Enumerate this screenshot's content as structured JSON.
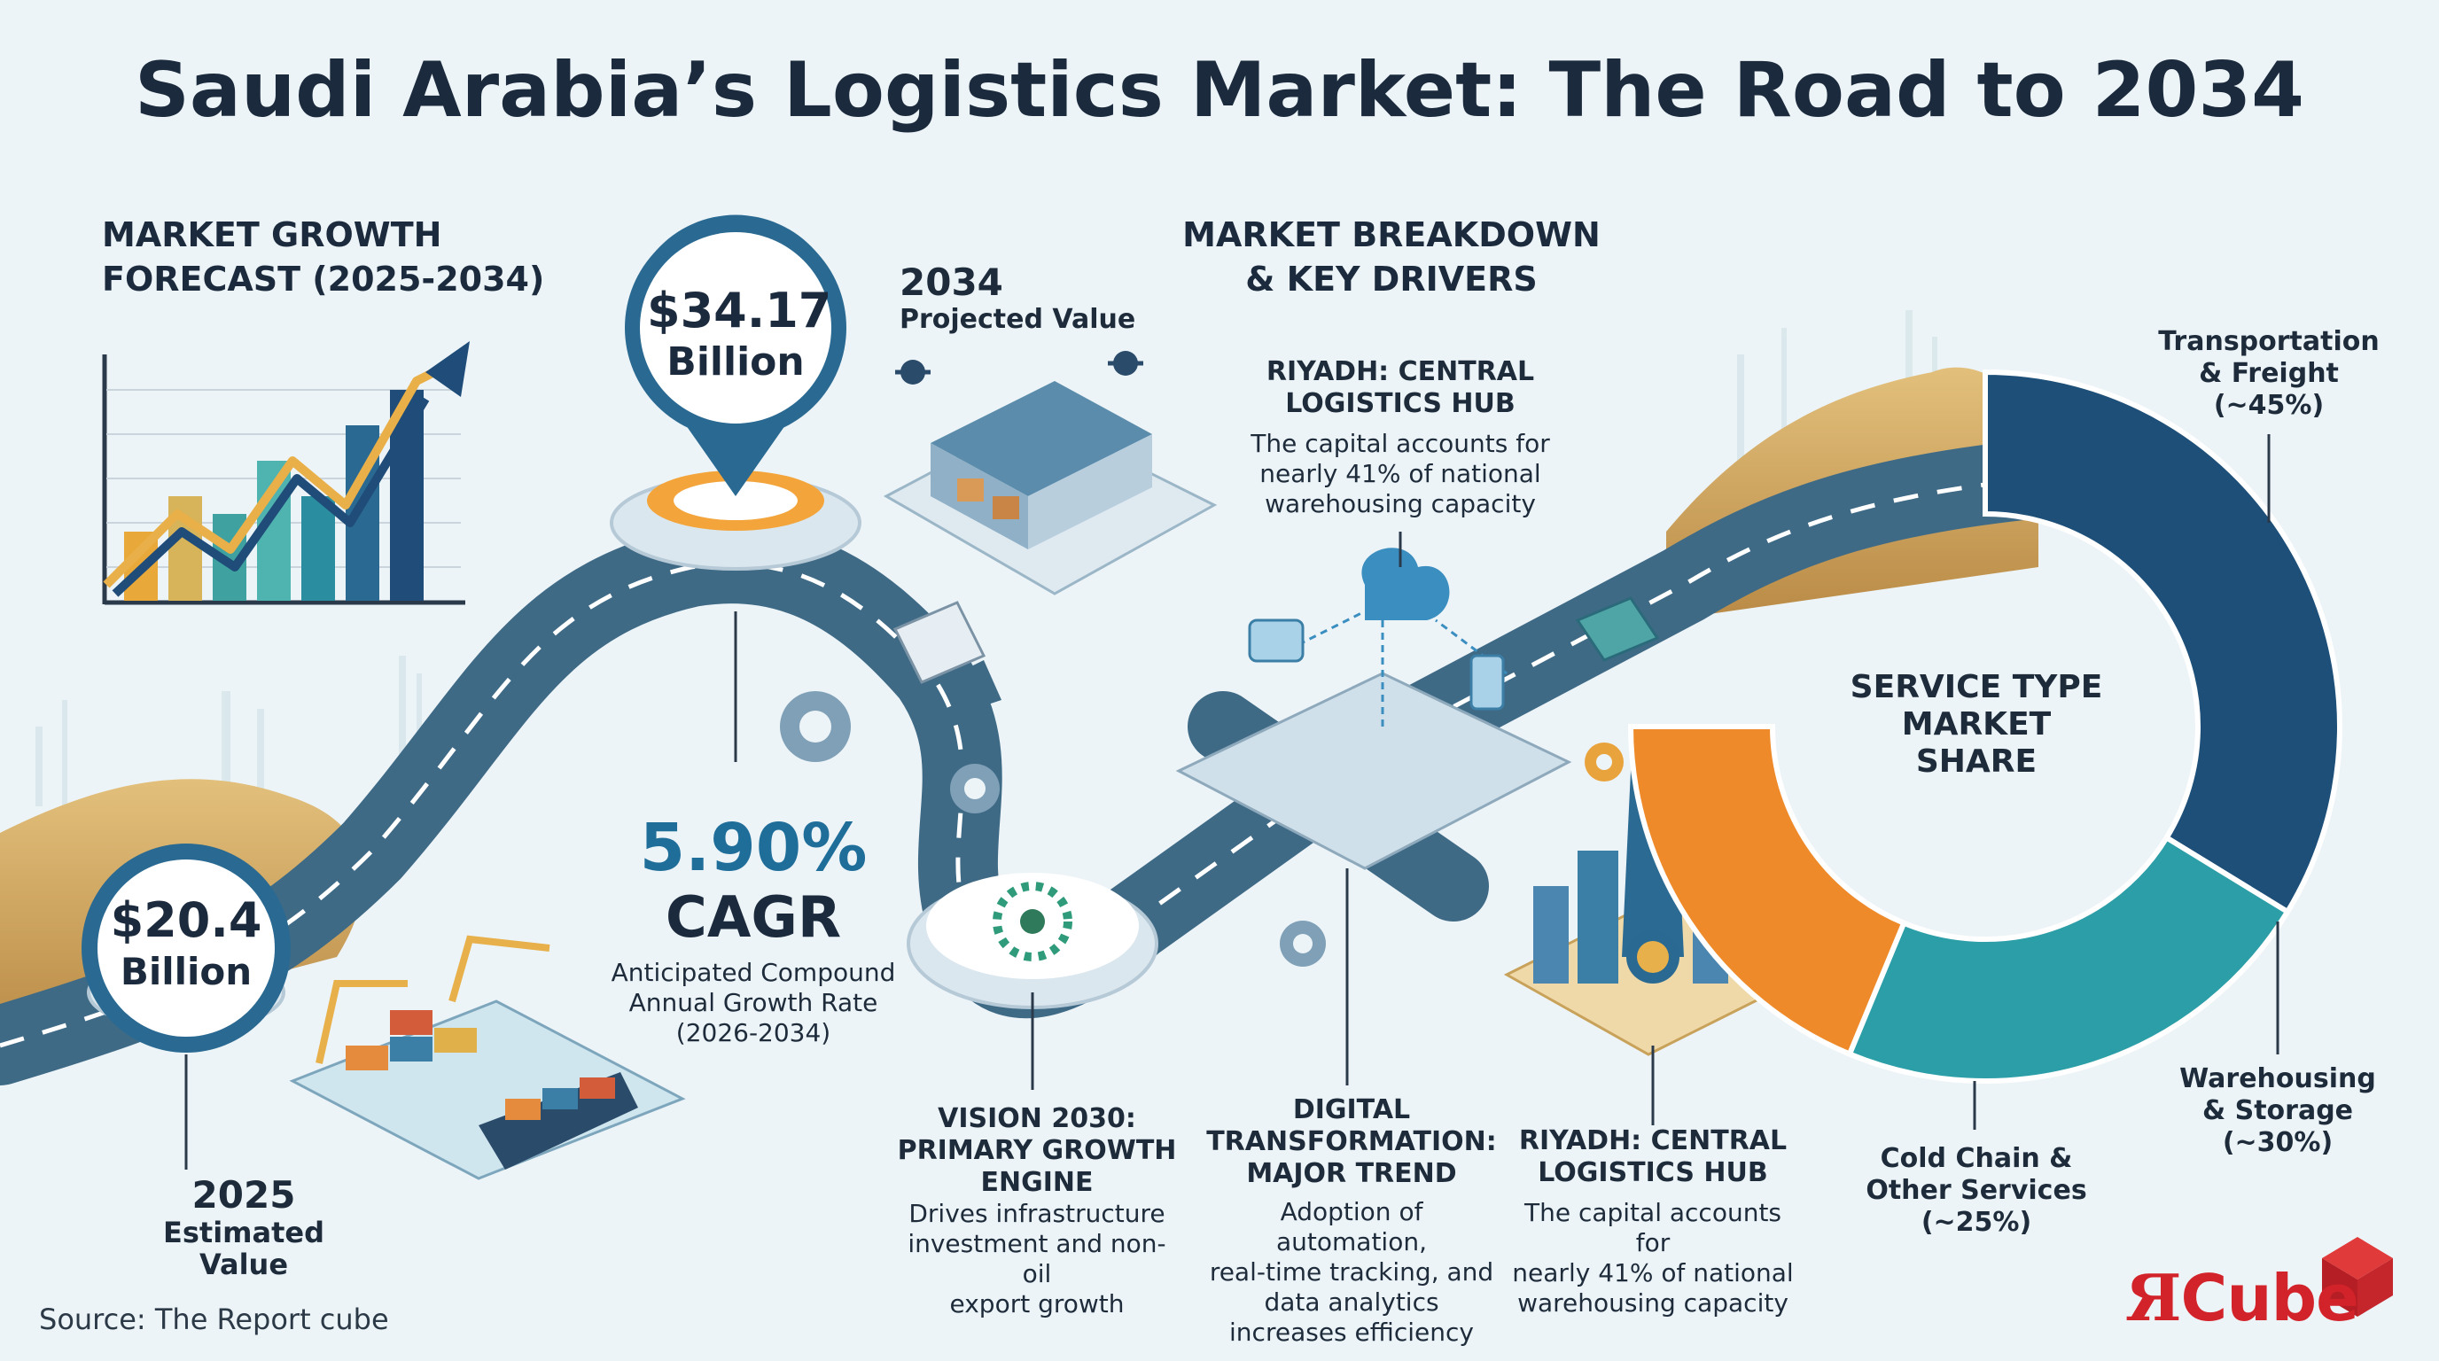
{
  "title": "Saudi Arabia’s Logistics Market: The Road to 2034",
  "growth_forecast": {
    "heading_line1": "MARKET GROWTH",
    "heading_line2": "FORECAST (2025-2034)"
  },
  "projected_2034": {
    "value_line1": "$34.17",
    "value_line2": "Billion",
    "year": "2034",
    "caption": "Projected Value"
  },
  "estimated_2025": {
    "value_line1": "$20.4",
    "value_line2": "Billion",
    "year": "2025",
    "caption_line1": "Estimated",
    "caption_line2": "Value"
  },
  "cagr": {
    "value": "5.90%",
    "label": "CAGR",
    "desc_line1": "Anticipated Compound",
    "desc_line2": "Annual Growth Rate",
    "desc_line3": "(2026-2034)"
  },
  "breakdown": {
    "heading_line1": "MARKET BREAKDOWN",
    "heading_line2": "& KEY DRIVERS"
  },
  "riyadh_top": {
    "heading_line1": "RIYADH: CENTRAL",
    "heading_line2": "LOGISTICS HUB",
    "desc_line1": "The capital accounts for",
    "desc_line2": "nearly 41% of national",
    "desc_line3": "warehousing capacity"
  },
  "vision": {
    "heading_line1": "VISION 2030:",
    "heading_line2": "PRIMARY GROWTH",
    "heading_line3": "ENGINE",
    "desc_line1": "Drives infrastructure",
    "desc_line2": "investment and non-oil",
    "desc_line3": "export growth"
  },
  "digital": {
    "heading_line1": "DIGITAL",
    "heading_line2": "TRANSFORMATION:",
    "heading_line3": "MAJOR TREND",
    "desc_line1": "Adoption of automation,",
    "desc_line2": "real-time tracking, and",
    "desc_line3": "data analytics",
    "desc_line4": "increases efficiency"
  },
  "riyadh_bottom": {
    "heading_line1": "RIYADH: CENTRAL",
    "heading_line2": "LOGISTICS HUB",
    "desc_line1": "The capital accounts for",
    "desc_line2": "nearly 41% of national",
    "desc_line3": "warehousing capacity"
  },
  "service_share": {
    "heading_line1": "SERVICE TYPE",
    "heading_line2": "MARKET",
    "heading_line3": "SHARE",
    "segments": [
      {
        "name_line1": "Transportation",
        "name_line2": "& Freight",
        "share": "(~45%)",
        "value": 45,
        "color": "#1d4f78"
      },
      {
        "name_line1": "Warehousing",
        "name_line2": "& Storage",
        "share": "(~30%)",
        "value": 30,
        "color": "#2b9ea7"
      },
      {
        "name_line1": "Cold Chain &",
        "name_line2": "Other Services",
        "share": "(~25%)",
        "value": 25,
        "color": "#ee8a2a"
      }
    ]
  },
  "source": "Source: The Report cube",
  "logo": {
    "letter": "Я",
    "word": "Cube"
  },
  "colors": {
    "navy": "#1b2a3c",
    "road": "#3f6a86",
    "teal": "#2b9ea7",
    "orange": "#ee8a2a",
    "sand": "#d9b26a",
    "brand_red": "#d3232a"
  }
}
